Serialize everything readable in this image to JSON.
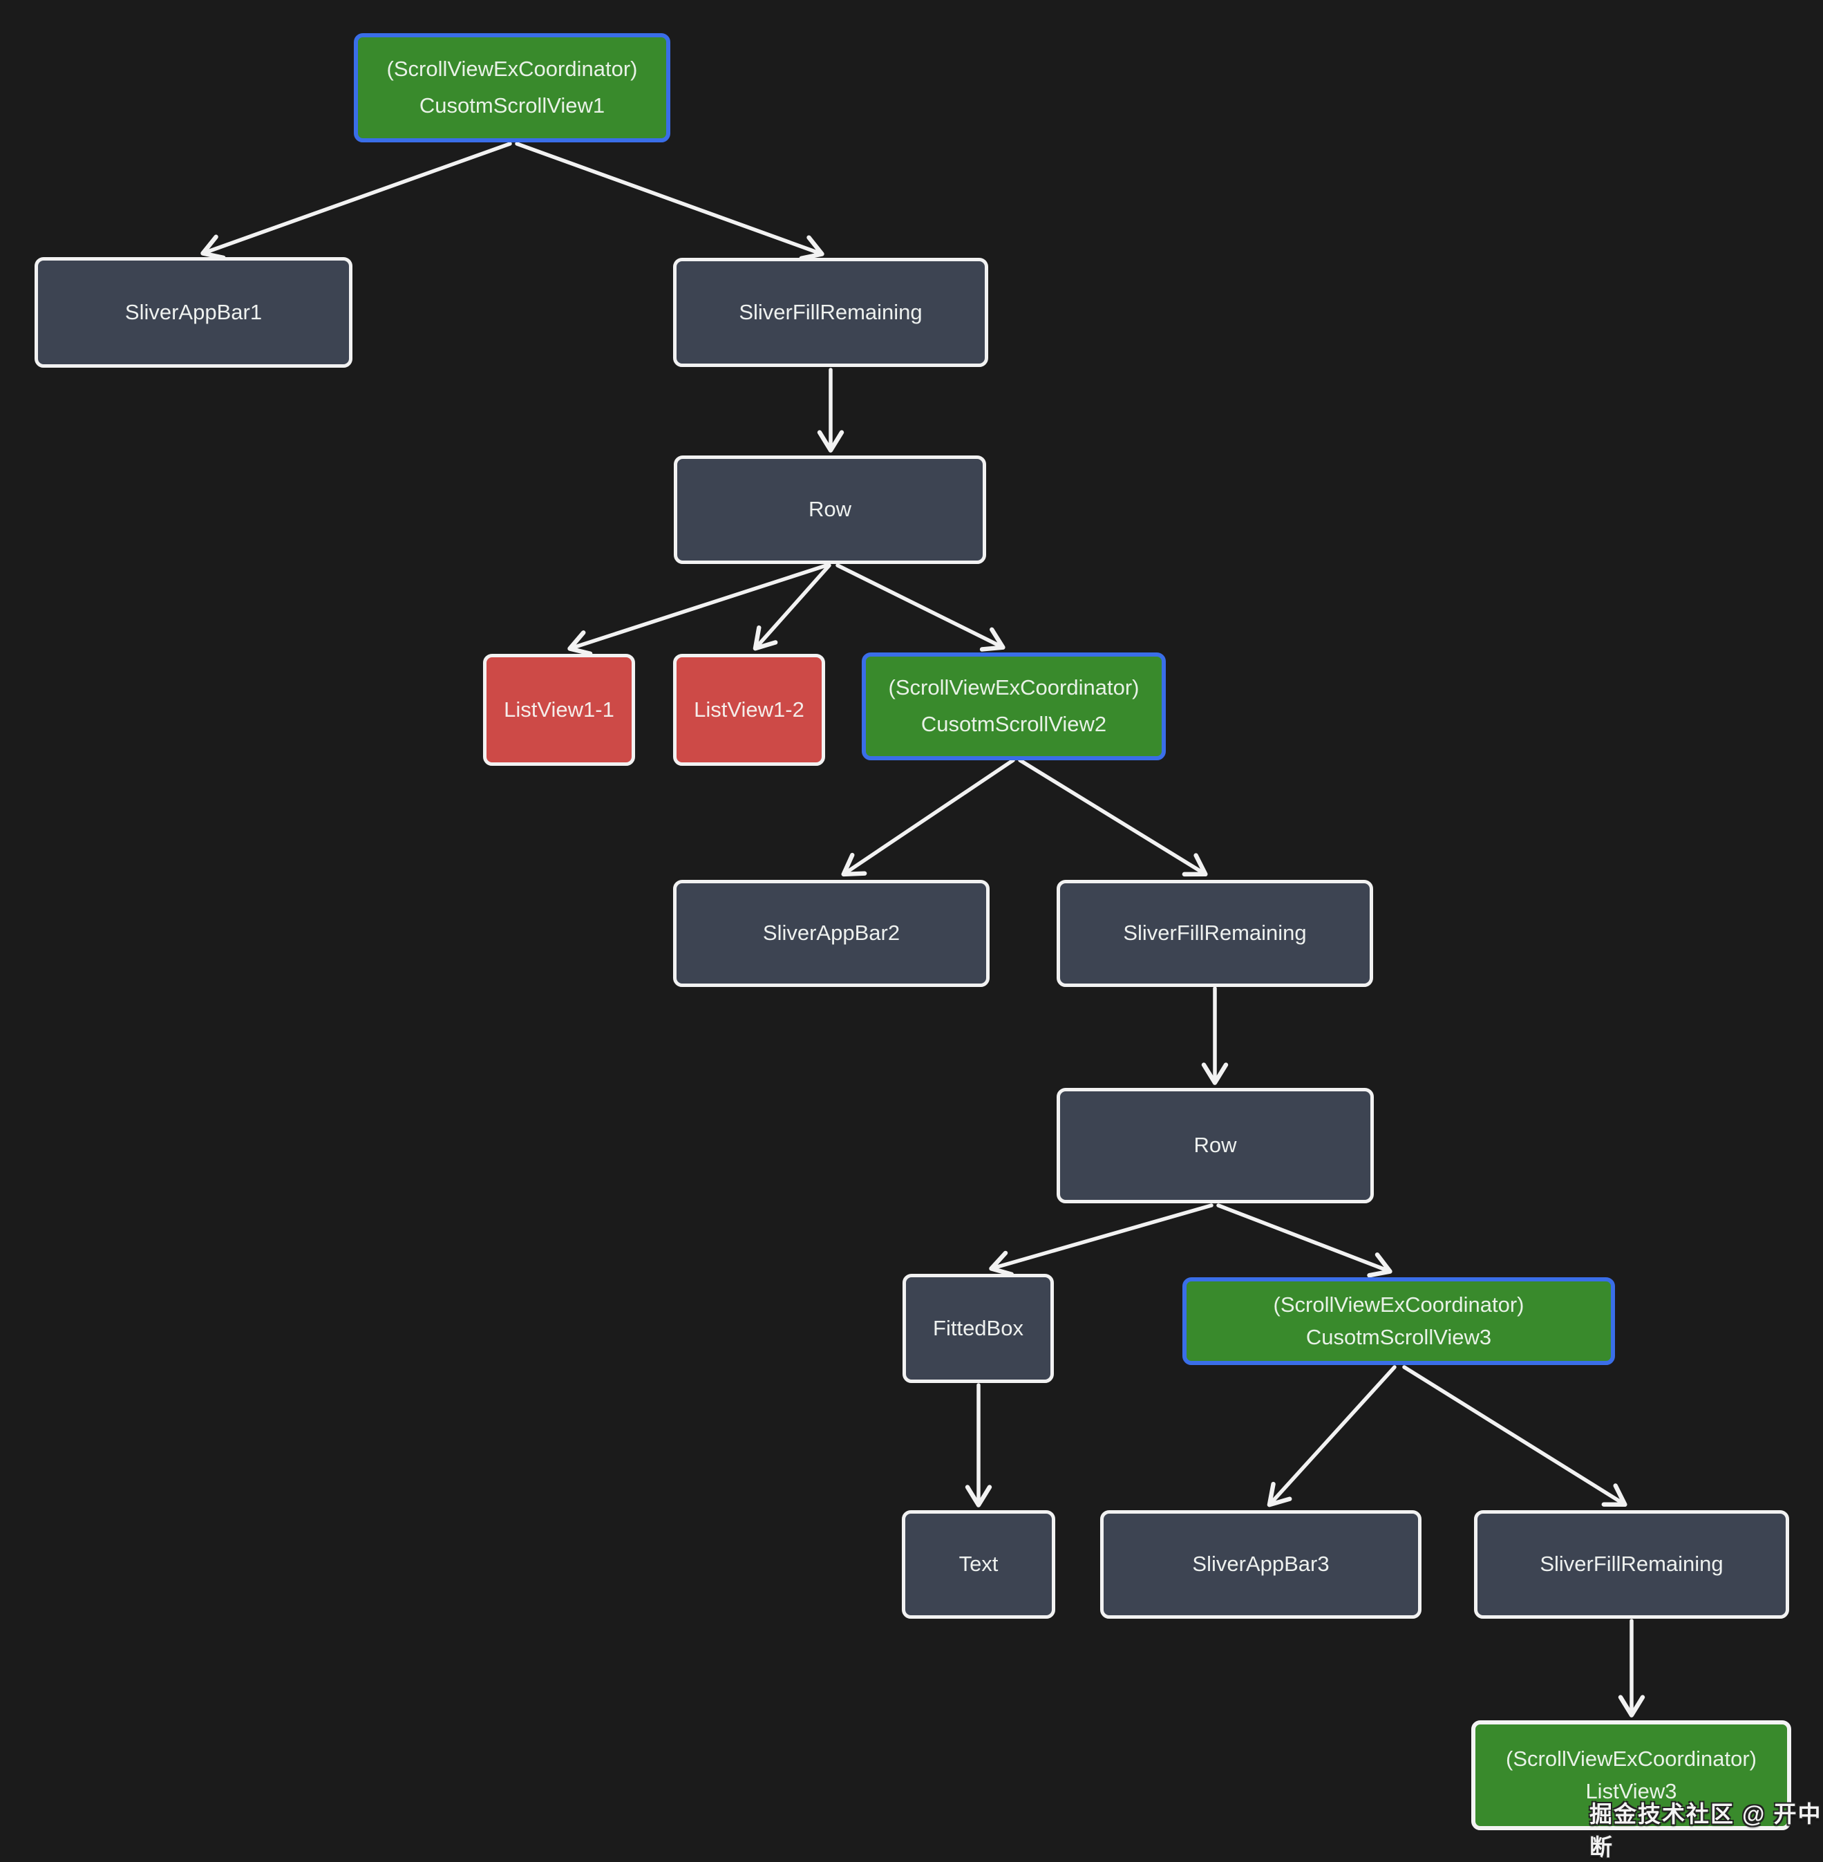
{
  "diagram": {
    "description": "Flutter widget tree diagram for nested ScrollViewExCoordinator custom scroll views",
    "colors": {
      "background": "#1b1b1b",
      "node_fill": "#3d4452",
      "node_border": "#f2f2f2",
      "coordinator_fill": "#398a2c",
      "coordinator_border": "#3a6ee8",
      "listview_fill": "#cd4a47",
      "arrow": "#f2f2f2",
      "text": "#eef1ef"
    },
    "nodes": [
      {
        "id": "customscrollview1",
        "lines": [
          "(ScrollViewExCoordinator)",
          "CusotmScrollView1"
        ]
      },
      {
        "id": "sliverappbar1",
        "lines": [
          "SliverAppBar1"
        ]
      },
      {
        "id": "sliverfillremaining1",
        "lines": [
          "SliverFillRemaining"
        ]
      },
      {
        "id": "row1",
        "lines": [
          "Row"
        ]
      },
      {
        "id": "listview1-1",
        "lines": [
          "ListView1-1"
        ]
      },
      {
        "id": "listview1-2",
        "lines": [
          "ListView1-2"
        ]
      },
      {
        "id": "customscrollview2",
        "lines": [
          "(ScrollViewExCoordinator)",
          "CusotmScrollView2"
        ]
      },
      {
        "id": "sliverappbar2",
        "lines": [
          "SliverAppBar2"
        ]
      },
      {
        "id": "sliverfillremaining2",
        "lines": [
          "SliverFillRemaining"
        ]
      },
      {
        "id": "row2",
        "lines": [
          "Row"
        ]
      },
      {
        "id": "fittedbox",
        "lines": [
          "FittedBox"
        ]
      },
      {
        "id": "customscrollview3",
        "lines": [
          "(ScrollViewExCoordinator)",
          "CusotmScrollView3"
        ]
      },
      {
        "id": "text",
        "lines": [
          "Text"
        ]
      },
      {
        "id": "sliverappbar3",
        "lines": [
          "SliverAppBar3"
        ]
      },
      {
        "id": "sliverfillremaining3",
        "lines": [
          "SliverFillRemaining"
        ]
      },
      {
        "id": "listview3",
        "lines": [
          "(ScrollViewExCoordinator)",
          "ListView3"
        ]
      }
    ],
    "edges": [
      {
        "from": "customscrollview1",
        "to": "sliverappbar1"
      },
      {
        "from": "customscrollview1",
        "to": "sliverfillremaining1"
      },
      {
        "from": "sliverfillremaining1",
        "to": "row1"
      },
      {
        "from": "row1",
        "to": "listview1-1"
      },
      {
        "from": "row1",
        "to": "listview1-2"
      },
      {
        "from": "row1",
        "to": "customscrollview2"
      },
      {
        "from": "customscrollview2",
        "to": "sliverappbar2"
      },
      {
        "from": "customscrollview2",
        "to": "sliverfillremaining2"
      },
      {
        "from": "sliverfillremaining2",
        "to": "row2"
      },
      {
        "from": "row2",
        "to": "fittedbox"
      },
      {
        "from": "row2",
        "to": "customscrollview3"
      },
      {
        "from": "fittedbox",
        "to": "text"
      },
      {
        "from": "customscrollview3",
        "to": "sliverappbar3"
      },
      {
        "from": "customscrollview3",
        "to": "sliverfillremaining3"
      },
      {
        "from": "sliverfillremaining3",
        "to": "listview3"
      }
    ],
    "watermark": "掘金技术社区 @ 开中断"
  }
}
